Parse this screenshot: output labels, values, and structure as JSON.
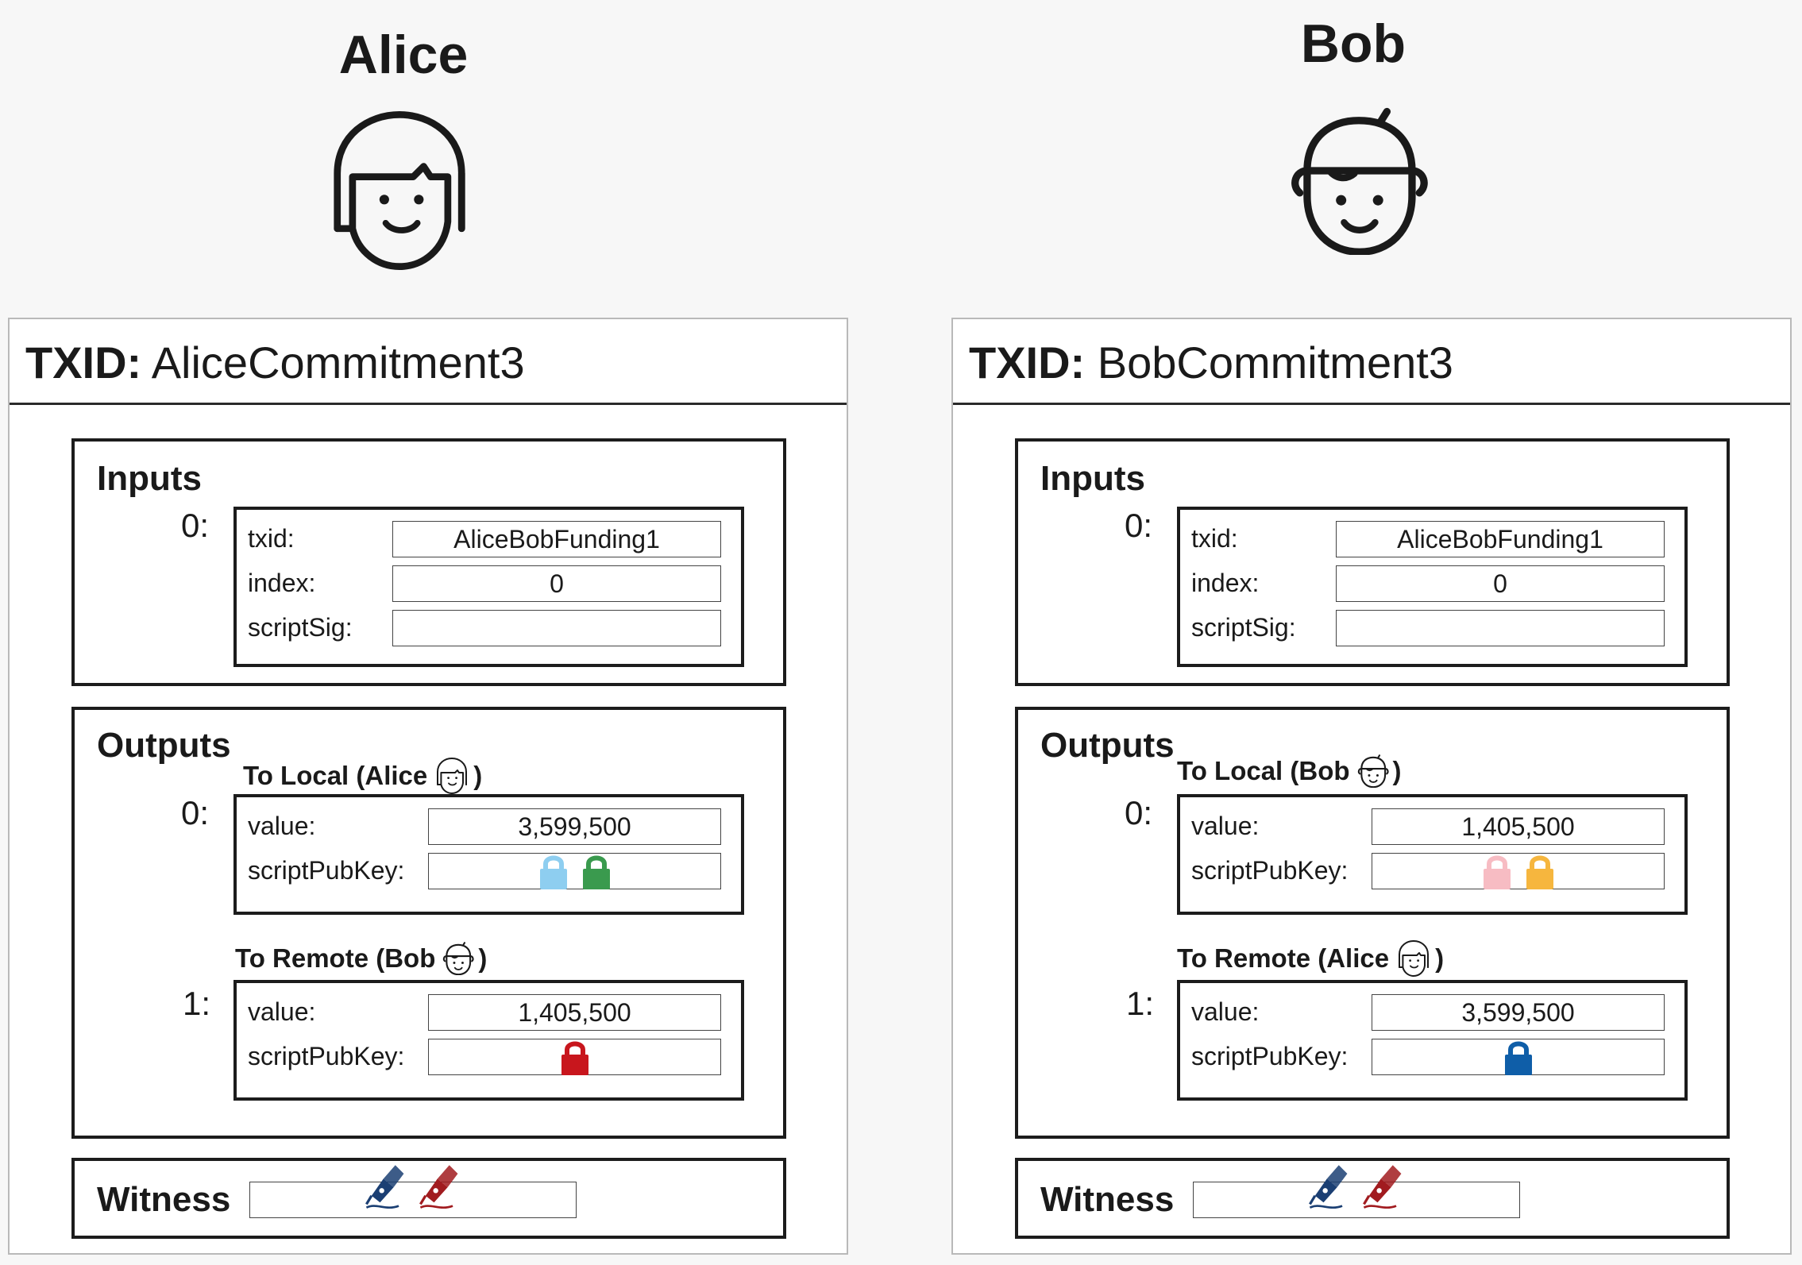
{
  "people": {
    "left": {
      "name": "Alice",
      "icon": "alice-avatar-icon"
    },
    "right": {
      "name": "Bob",
      "icon": "bob-avatar-icon"
    }
  },
  "transactions": [
    {
      "txid_label": "TXID:",
      "txid": "AliceCommitment3",
      "inputs": {
        "title": "Inputs",
        "index": "0:",
        "txid_label": "txid:",
        "txid_value": "AliceBobFunding1",
        "index_label": "index:",
        "index_value": "0",
        "scriptsig_label": "scriptSig:",
        "scriptsig_value": ""
      },
      "outputs": {
        "title": "Outputs",
        "items": [
          {
            "index": "0:",
            "caption": "To Local (Alice",
            "caption_close": ")",
            "owner_icon": "alice-avatar-icon",
            "value_label": "value:",
            "value": "3,599,500",
            "script_label": "scriptPubKey:",
            "locks": [
              "#8ecef0",
              "#3a9a4e"
            ]
          },
          {
            "index": "1:",
            "caption": "To Remote (Bob",
            "caption_close": ")",
            "owner_icon": "bob-avatar-icon",
            "value_label": "value:",
            "value": "1,405,500",
            "script_label": "scriptPubKey:",
            "locks": [
              "#c8161d"
            ]
          }
        ]
      },
      "witness": {
        "title": "Witness",
        "pens": [
          "#1b3f73",
          "#a11b1f"
        ]
      }
    },
    {
      "txid_label": "TXID:",
      "txid": "BobCommitment3",
      "inputs": {
        "title": "Inputs",
        "index": "0:",
        "txid_label": "txid:",
        "txid_value": "AliceBobFunding1",
        "index_label": "index:",
        "index_value": "0",
        "scriptsig_label": "scriptSig:",
        "scriptsig_value": ""
      },
      "outputs": {
        "title": "Outputs",
        "items": [
          {
            "index": "0:",
            "caption": "To Local (Bob",
            "caption_close": ")",
            "owner_icon": "bob-avatar-icon",
            "value_label": "value:",
            "value": "1,405,500",
            "script_label": "scriptPubKey:",
            "locks": [
              "#f7bcc3",
              "#f6b63e"
            ]
          },
          {
            "index": "1:",
            "caption": "To Remote (Alice",
            "caption_close": ")",
            "owner_icon": "alice-avatar-icon",
            "value_label": "value:",
            "value": "3,599,500",
            "script_label": "scriptPubKey:",
            "locks": [
              "#0f5ea8"
            ]
          }
        ]
      },
      "witness": {
        "title": "Witness",
        "pens": [
          "#1b3f73",
          "#a11b1f"
        ]
      }
    }
  ]
}
